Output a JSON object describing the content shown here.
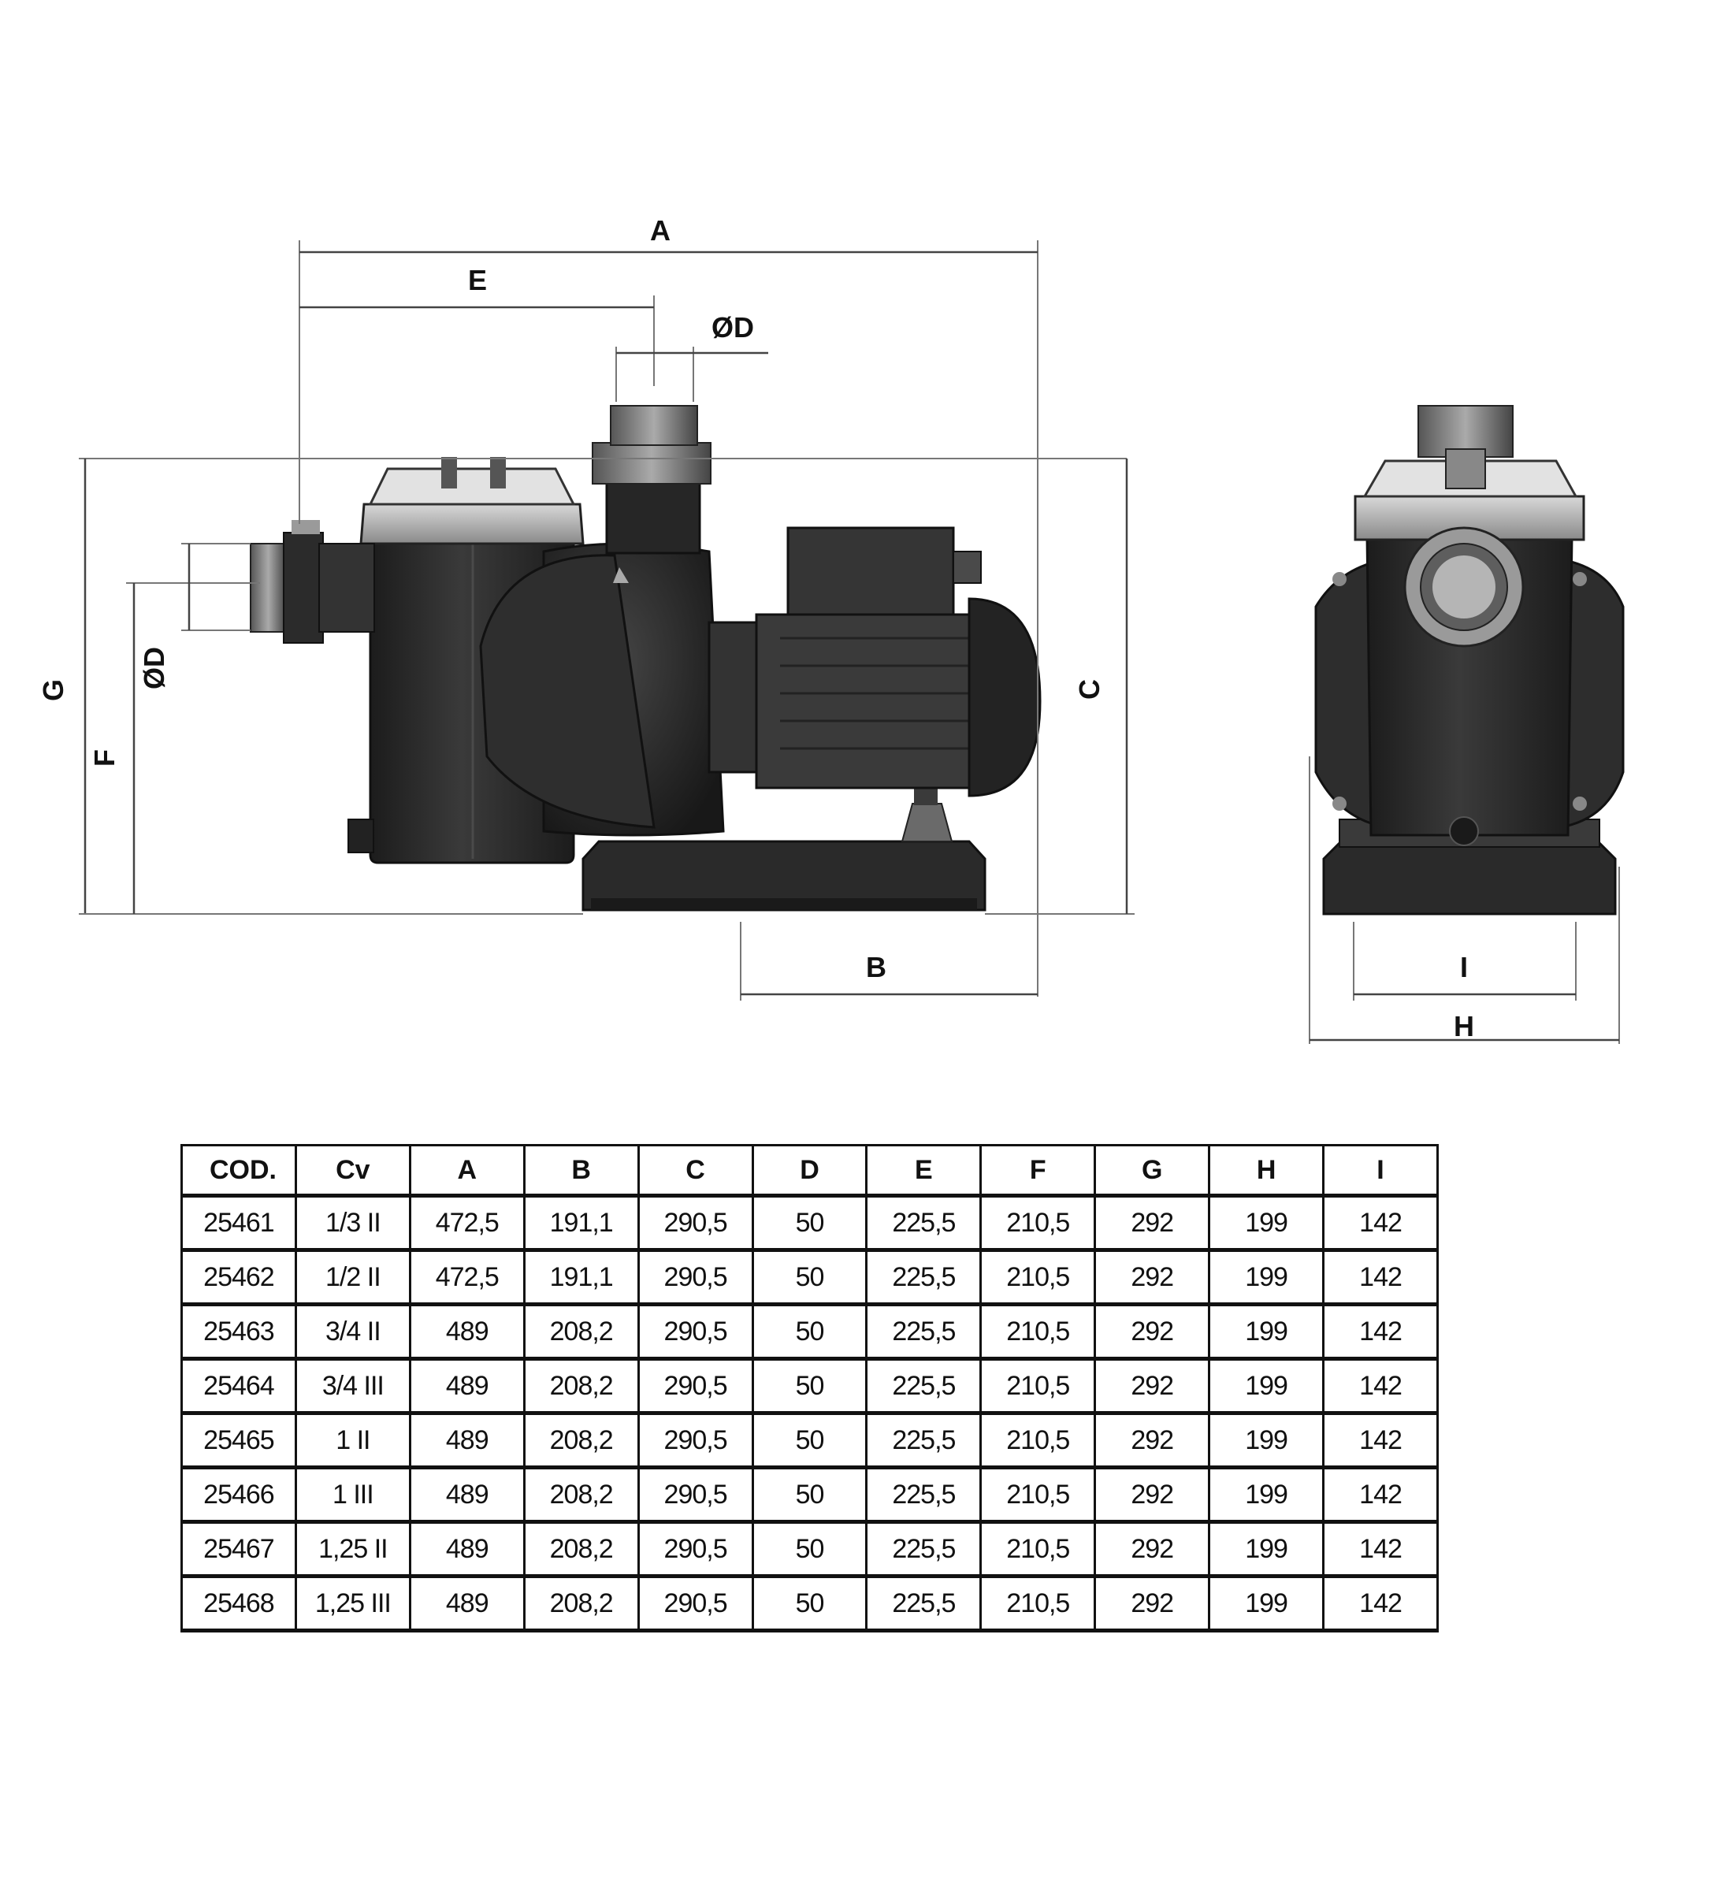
{
  "dimension_labels": {
    "A": "A",
    "E": "E",
    "D_top": "ØD",
    "D_side": "ØD",
    "G": "G",
    "F": "F",
    "C": "C",
    "B": "B",
    "I": "I",
    "H": "H"
  },
  "table": {
    "headers": [
      "COD.",
      "Cv",
      "A",
      "B",
      "C",
      "D",
      "E",
      "F",
      "G",
      "H",
      "I"
    ],
    "rows": [
      [
        "25461",
        "1/3 II",
        "472,5",
        "191,1",
        "290,5",
        "50",
        "225,5",
        "210,5",
        "292",
        "199",
        "142"
      ],
      [
        "25462",
        "1/2 II",
        "472,5",
        "191,1",
        "290,5",
        "50",
        "225,5",
        "210,5",
        "292",
        "199",
        "142"
      ],
      [
        "25463",
        "3/4 II",
        "489",
        "208,2",
        "290,5",
        "50",
        "225,5",
        "210,5",
        "292",
        "199",
        "142"
      ],
      [
        "25464",
        "3/4 III",
        "489",
        "208,2",
        "290,5",
        "50",
        "225,5",
        "210,5",
        "292",
        "199",
        "142"
      ],
      [
        "25465",
        "1 II",
        "489",
        "208,2",
        "290,5",
        "50",
        "225,5",
        "210,5",
        "292",
        "199",
        "142"
      ],
      [
        "25466",
        "1 III",
        "489",
        "208,2",
        "290,5",
        "50",
        "225,5",
        "210,5",
        "292",
        "199",
        "142"
      ],
      [
        "25467",
        "1,25 II",
        "489",
        "208,2",
        "290,5",
        "50",
        "225,5",
        "210,5",
        "292",
        "199",
        "142"
      ],
      [
        "25468",
        "1,25 III",
        "489",
        "208,2",
        "290,5",
        "50",
        "225,5",
        "210,5",
        "292",
        "199",
        "142"
      ]
    ]
  },
  "colors": {
    "pump_body": "#2f2f2f",
    "pump_dark": "#1f1f1f",
    "pump_light": "#b8b8b8",
    "dimension_line": "#444444"
  },
  "icons": [
    "pump-side-view-illustration",
    "pump-front-view-illustration"
  ]
}
